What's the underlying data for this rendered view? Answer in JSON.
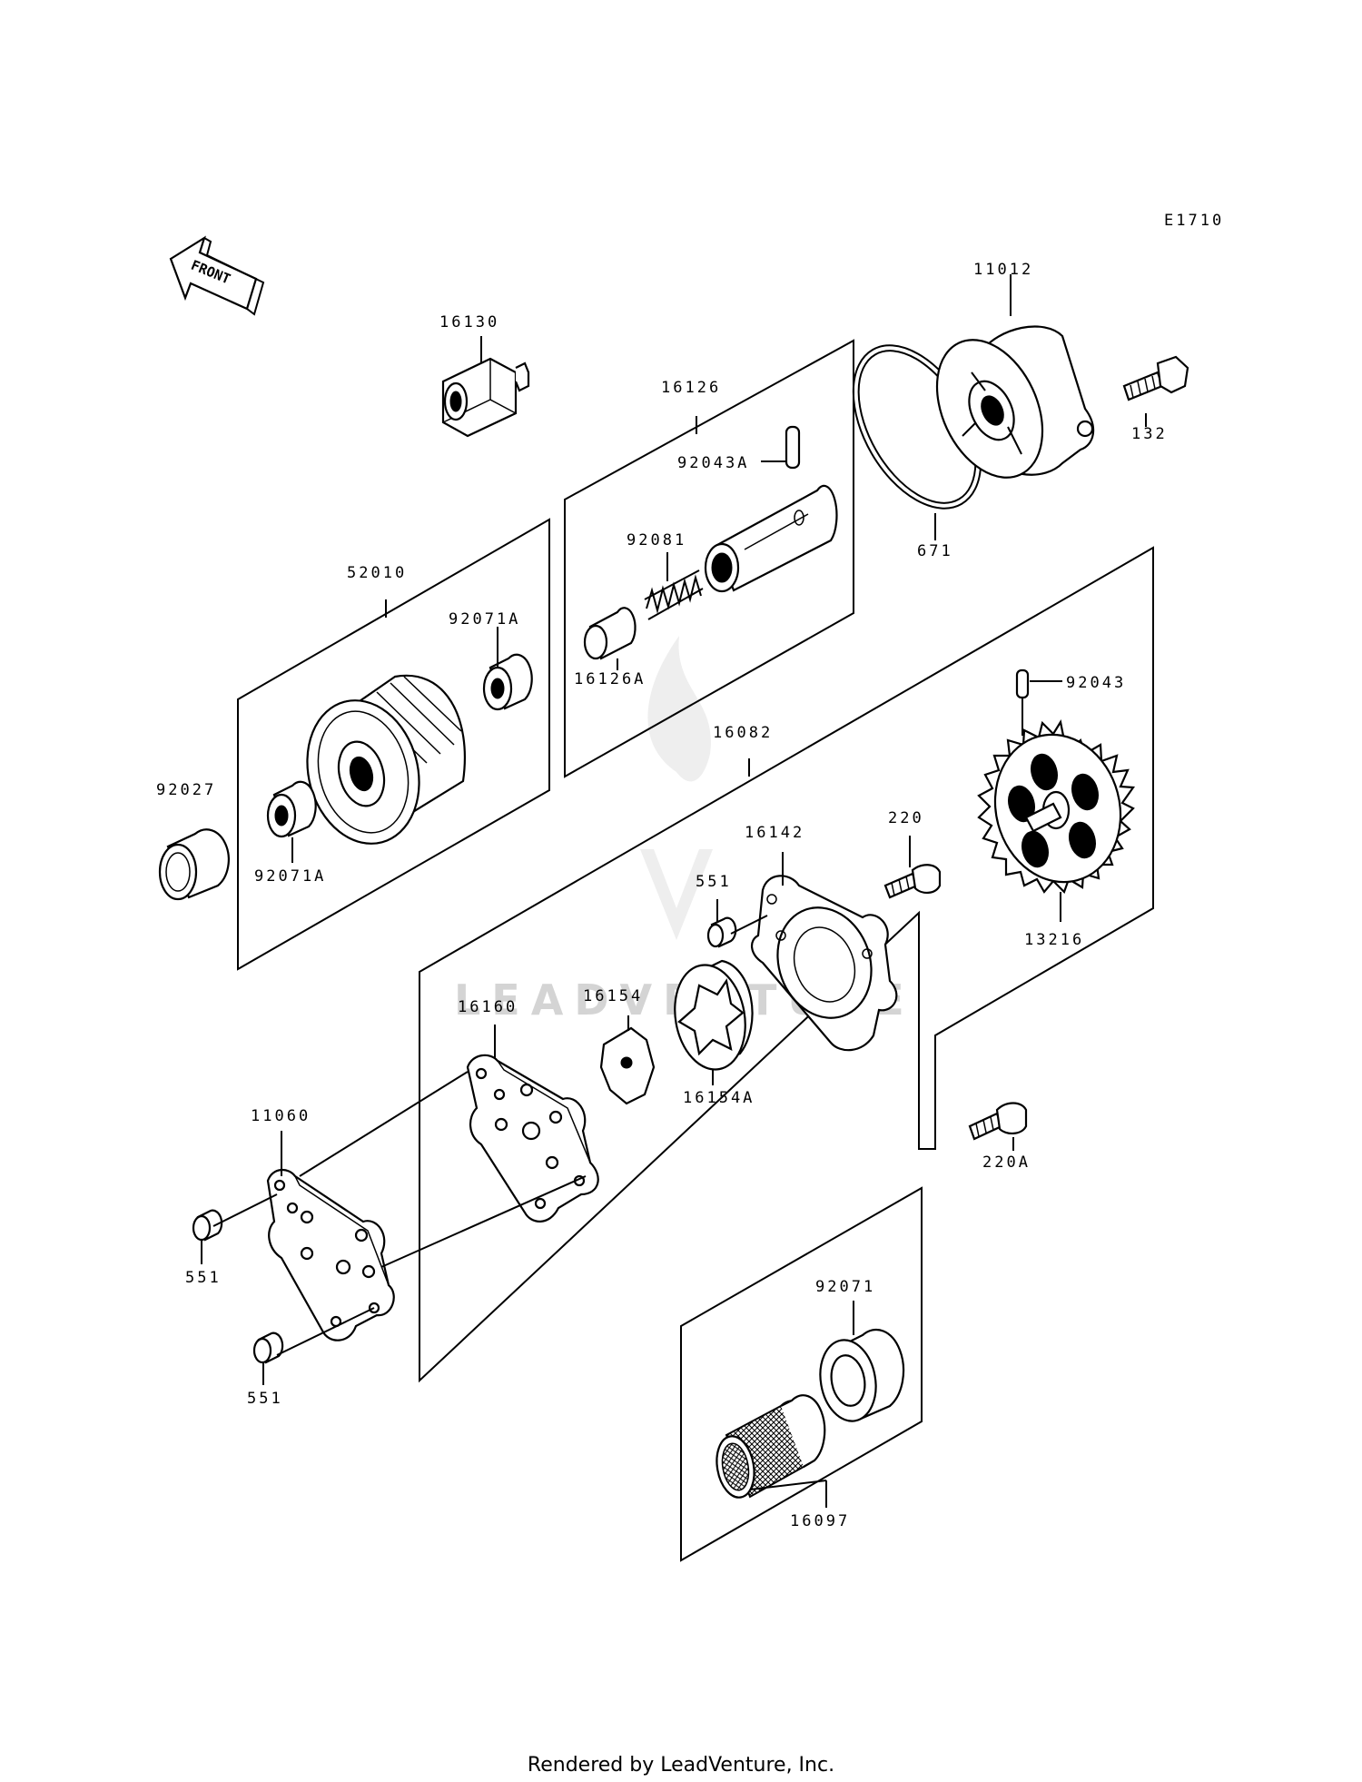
{
  "diagram_code": "E1710",
  "front_label": "FRONT",
  "watermark": "LEADVENTURE",
  "footer": "Rendered by LeadVenture, Inc.",
  "part_labels": {
    "p11012": "11012",
    "p132": "132",
    "p671": "671",
    "p16130": "16130",
    "p16126": "16126",
    "p92043A": "92043A",
    "p92081": "92081",
    "p16126A": "16126A",
    "p52010": "52010",
    "p92071A_top": "92071A",
    "p92071A_bottom": "92071A",
    "p92027": "92027",
    "p16082": "16082",
    "p92043": "92043",
    "p13216": "13216",
    "p220": "220",
    "p16142": "16142",
    "p551_top": "551",
    "p16154": "16154",
    "p16160": "16160",
    "p16154A": "16154A",
    "p220A": "220A",
    "p11060": "11060",
    "p551_left": "551",
    "p551_bottom": "551",
    "p92071": "92071",
    "p16097": "16097"
  }
}
